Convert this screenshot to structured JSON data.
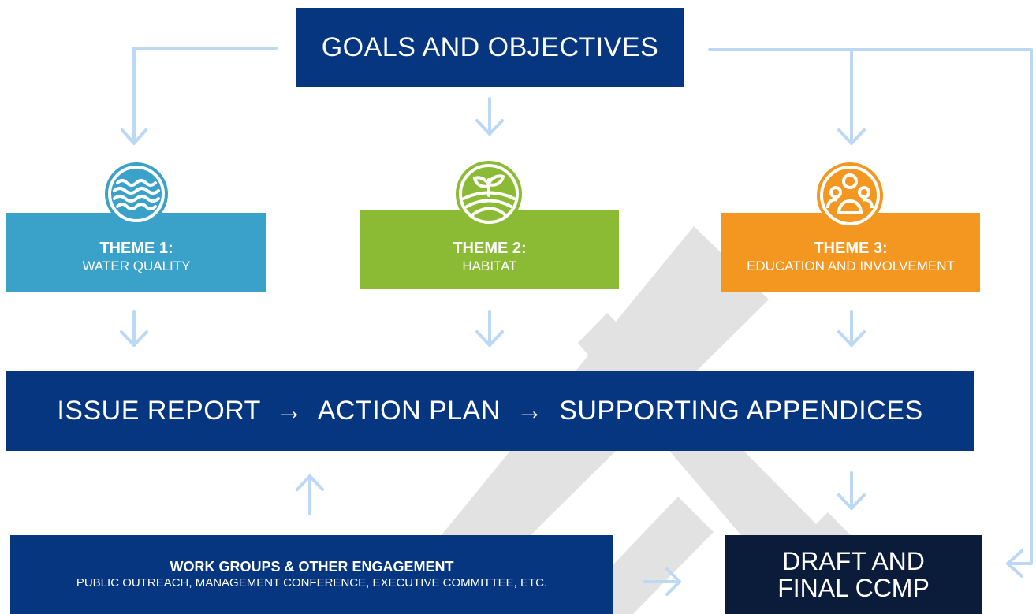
{
  "colors": {
    "navy": "#073680",
    "dark_navy": "#0b1b3a",
    "water_blue": "#3aa1c8",
    "habitat_green": "#8bba35",
    "education_orange": "#f39721",
    "connector_light_blue": "#bcd8f5",
    "watermark_gray": "#e2e2e2"
  },
  "goals": {
    "label": "GOALS AND OBJECTIVES"
  },
  "themes": [
    {
      "heading": "THEME 1:",
      "subtitle": "WATER QUALITY",
      "icon": "waves-icon"
    },
    {
      "heading": "THEME 2:",
      "subtitle": "HABITAT",
      "icon": "sprout-icon"
    },
    {
      "heading": "THEME 3:",
      "subtitle": "EDUCATION AND INVOLVEMENT",
      "icon": "people-icon"
    }
  ],
  "issue": {
    "label": "ISSUE REPORT  →  ACTION PLAN  →  SUPPORTING APPENDICES"
  },
  "work_groups": {
    "heading": "WORK GROUPS & OTHER ENGAGEMENT",
    "subtitle": "PUBLIC OUTREACH, MANAGEMENT CONFERENCE, EXECUTIVE COMMITTEE, ETC."
  },
  "draft": {
    "line1": "DRAFT AND",
    "line2": "FINAL CCMP"
  }
}
